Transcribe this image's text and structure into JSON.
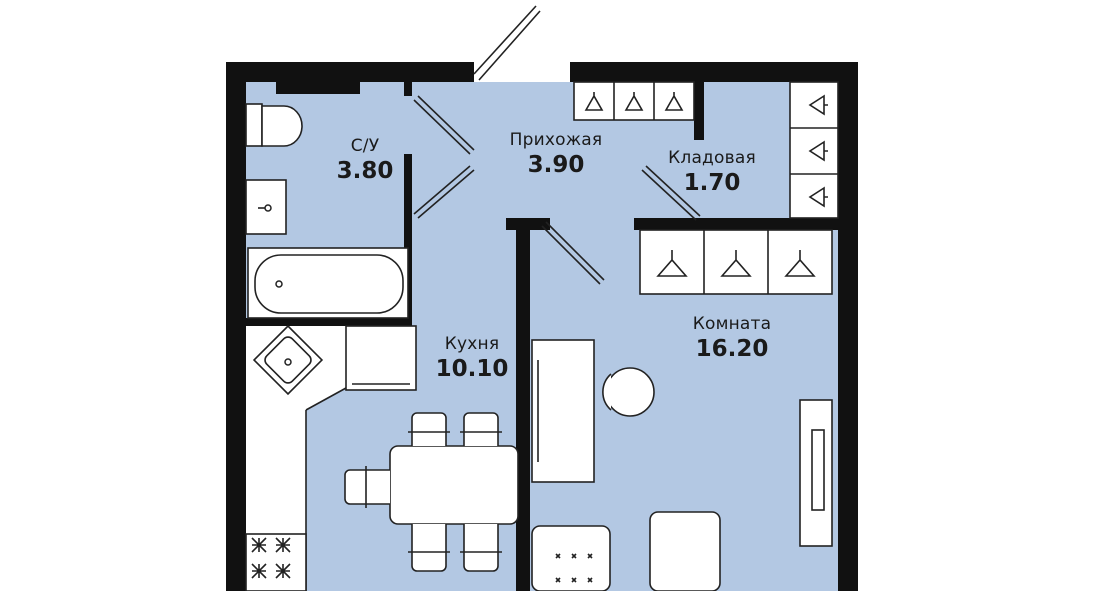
{
  "floorplan": {
    "colors": {
      "floor": "#b3c8e3",
      "wall": "#111111",
      "furniture": "#ffffff",
      "furniture_stroke": "#222222"
    },
    "rooms": [
      {
        "id": "bathroom",
        "name": "С/У",
        "area": "3.80"
      },
      {
        "id": "hallway",
        "name": "Прихожая",
        "area": "3.90"
      },
      {
        "id": "storage",
        "name": "Кладовая",
        "area": "1.70"
      },
      {
        "id": "kitchen",
        "name": "Кухня",
        "area": "10.10"
      },
      {
        "id": "room",
        "name": "Комната",
        "area": "16.20"
      }
    ]
  }
}
